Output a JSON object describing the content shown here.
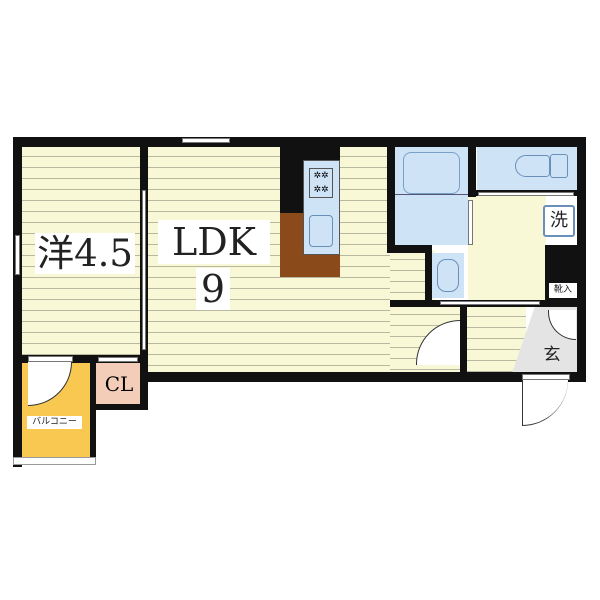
{
  "rooms": {
    "western": {
      "label": "洋4.5"
    },
    "ldk": {
      "label": "LDK",
      "size": "9"
    },
    "closet": {
      "label": "CL"
    },
    "balcony": {
      "label": "バルコニー"
    },
    "washer": {
      "label": "洗"
    },
    "shoe_closet": {
      "label": "靴入"
    },
    "entrance": {
      "label": "玄"
    }
  },
  "colors": {
    "floor": "#f8f8d6",
    "wet": "#cfe3f7",
    "balcony": "#f8c850",
    "closet": "#f3cdb8",
    "kitchen": "#8b4a1a",
    "entrance": "#e4e4e4"
  }
}
